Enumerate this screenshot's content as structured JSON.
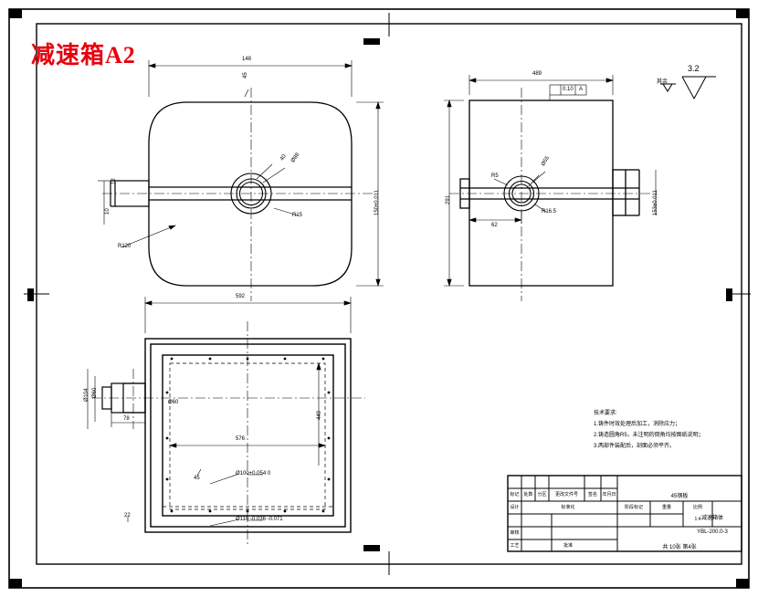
{
  "document": {
    "title_cn": "减速箱A2",
    "sheet_type": "engineering-drawing",
    "surface_symbol": "3.2",
    "surface_label": "其余"
  },
  "views": {
    "top_left": {
      "name": "end-view-left",
      "dims": [
        {
          "id": "d148",
          "text": "148"
        },
        {
          "id": "d40",
          "text": "40"
        },
        {
          "id": "d45",
          "text": "45"
        },
        {
          "id": "d88",
          "text": "Ø88"
        },
        {
          "id": "r15",
          "text": "R15"
        },
        {
          "id": "r120",
          "text": "R120"
        },
        {
          "id": "d10",
          "text": "10"
        },
        {
          "id": "d12",
          "text": "12"
        },
        {
          "id": "d150",
          "text": "150±0.011"
        }
      ]
    },
    "top_right": {
      "name": "end-view-right",
      "dims": [
        {
          "id": "d489",
          "text": "489"
        },
        {
          "id": "d291",
          "text": "291"
        },
        {
          "id": "r5",
          "text": "R5"
        },
        {
          "id": "d62",
          "text": "62"
        },
        {
          "id": "d55",
          "text": "Ø55"
        },
        {
          "id": "r16_5",
          "text": "R16.5"
        },
        {
          "id": "d153",
          "text": "153±0.011"
        },
        {
          "id": "gtol",
          "text": "0.10"
        },
        {
          "id": "datum",
          "text": "A"
        }
      ]
    },
    "bottom": {
      "name": "plan-view",
      "dims": [
        {
          "id": "d592",
          "text": "592"
        },
        {
          "id": "d576",
          "text": "576"
        },
        {
          "id": "d449",
          "text": "449"
        },
        {
          "id": "d60",
          "text": "Ø60"
        },
        {
          "id": "d104",
          "text": "Ø104"
        },
        {
          "id": "d60b",
          "text": "Ø60"
        },
        {
          "id": "d78",
          "text": "78"
        },
        {
          "id": "d22",
          "text": "22"
        },
        {
          "id": "d45b",
          "text": "45"
        },
        {
          "id": "hole1",
          "text": "Ø100+0.054 0"
        },
        {
          "id": "hole2",
          "text": "Ø110 -0.036 -0.071"
        }
      ]
    }
  },
  "technical_notes": {
    "heading": "技术要求:",
    "lines": [
      "1.铸件时效处理后加工，消除应力；",
      "2.铸造圆角R5，未注明的倒角均按图纸说明；",
      "3.两部件装配后，剖面必须平齐。"
    ]
  },
  "title_block": {
    "material": "45钢板",
    "part_name": "减速箱体",
    "drawing_no": "YBL-200.0-3",
    "scale": "1:4",
    "qty_note": "共 10张 第4张",
    "cells": [
      {
        "id": "c1",
        "text": "标记"
      },
      {
        "id": "c2",
        "text": "处数"
      },
      {
        "id": "c3",
        "text": "分区"
      },
      {
        "id": "c4",
        "text": "更改文件号"
      },
      {
        "id": "c5",
        "text": "签名"
      },
      {
        "id": "c6",
        "text": "年月日"
      },
      {
        "id": "c7",
        "text": "设计"
      },
      {
        "id": "c8",
        "text": "标准化"
      },
      {
        "id": "c9",
        "text": "阶段标记"
      },
      {
        "id": "c10",
        "text": "重量"
      },
      {
        "id": "c11",
        "text": "比例"
      },
      {
        "id": "c12",
        "text": "审核"
      },
      {
        "id": "c13",
        "text": "工艺"
      },
      {
        "id": "c14",
        "text": "批准"
      }
    ]
  },
  "colors": {
    "ink": "#000000",
    "title_red": "#e8000d",
    "paper": "#ffffff"
  }
}
